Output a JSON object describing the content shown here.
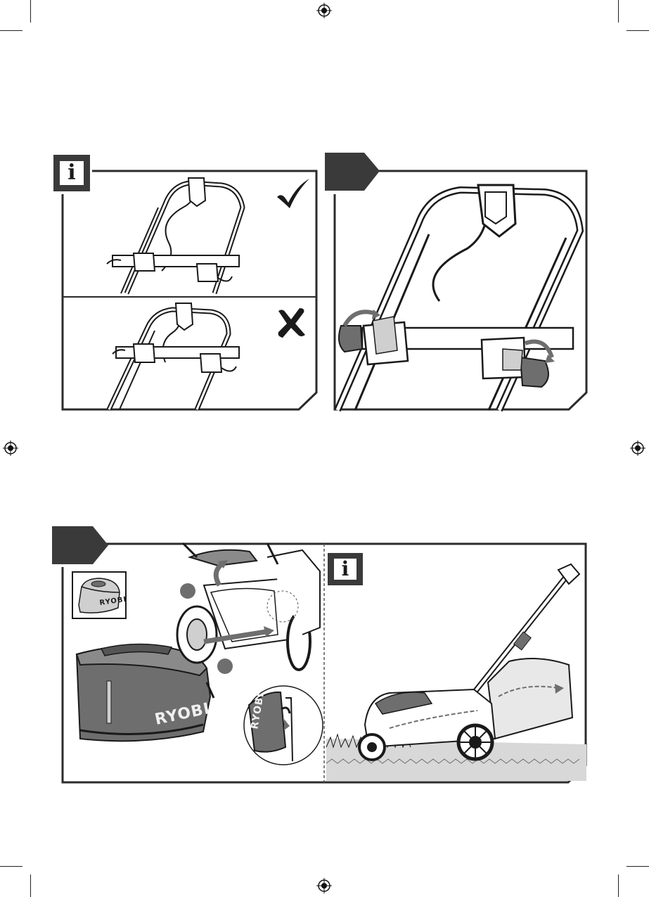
{
  "panels": {
    "info_top": {
      "icon": "info-icon",
      "glyph": "i"
    },
    "step_top": {
      "icon": "step-tab"
    },
    "step_bottom": {
      "icon": "step-tab"
    },
    "info_bottom": {
      "icon": "info-icon",
      "glyph": "i"
    }
  },
  "marks": {
    "correct": "checkmark-icon",
    "incorrect": "cross-icon"
  },
  "labels": {
    "bag_logo": "RYOBI",
    "bag_logo_small": "RYOBI",
    "bag_logo_zoom": "RYOBI"
  },
  "colors": {
    "ink": "#1a1a1a",
    "frame": "#2b2b2b",
    "grey": "#6e6e6e",
    "light_grey": "#cfcfcf"
  }
}
